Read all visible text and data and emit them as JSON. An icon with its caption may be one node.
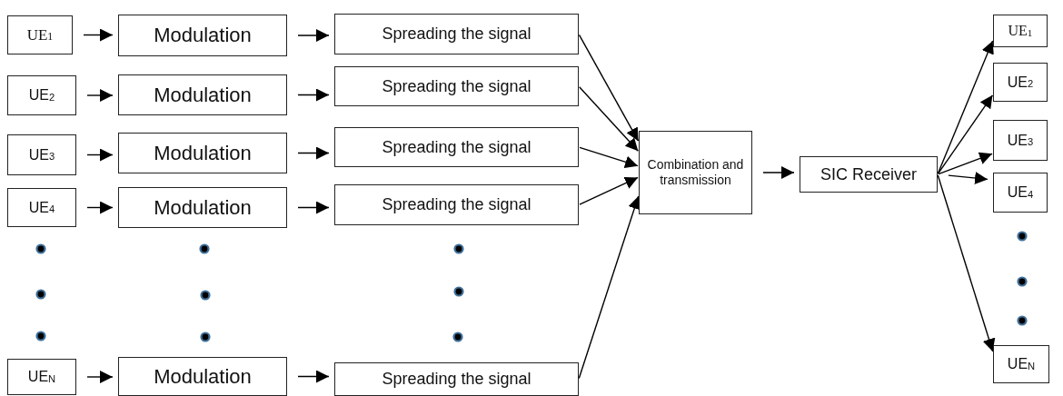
{
  "diagram": {
    "nodes": [
      {
        "text": [
          "UE$_{1}$"
        ]
      },
      {
        "text": [
          "UE$_{2}$"
        ]
      },
      {
        "text": [
          "UE$_{3}$"
        ]
      },
      {
        "text": [
          "UE$_{4}$"
        ]
      },
      {
        "text": [
          "UE$_{N}$"
        ]
      },
      {
        "text": [
          "Modulation"
        ]
      },
      {
        "text": [
          "Modulation"
        ]
      },
      {
        "text": [
          "Modulation"
        ]
      },
      {
        "text": [
          "Modulation"
        ]
      },
      {
        "text": [
          "Modulation"
        ]
      },
      {
        "text": [
          "Spreading the signal"
        ]
      },
      {
        "text": [
          "Spreading the signal"
        ]
      },
      {
        "text": [
          "Spreading the signal"
        ]
      },
      {
        "text": [
          "Spreading the signal"
        ]
      },
      {
        "text": [
          "Spreading the signal"
        ]
      },
      {
        "text": [
          "Combination and transmission"
        ]
      },
      {
        "text": [
          "SIC Receiver"
        ]
      },
      {
        "text": [
          "UE$_{1}$"
        ]
      },
      {
        "text": [
          "UE$_{2}$"
        ]
      },
      {
        "text": [
          "UE$_{3}$"
        ]
      },
      {
        "text": [
          "UE$_{4}$"
        ]
      },
      {
        "text": [
          "UE$_{N}$"
        ]
      }
    ],
    "edges": [
      {
        "from": 0,
        "to": 5,
        "arrow": "to"
      },
      {
        "from": 1,
        "to": 6,
        "arrow": "to"
      },
      {
        "from": 2,
        "to": 7,
        "arrow": "to"
      },
      {
        "from": 3,
        "to": 8,
        "arrow": "to"
      },
      {
        "from": 4,
        "to": 9,
        "arrow": "to"
      },
      {
        "from": 5,
        "to": 10,
        "arrow": "to"
      },
      {
        "from": 6,
        "to": 11,
        "arrow": "to"
      },
      {
        "from": 7,
        "to": 12,
        "arrow": "to"
      },
      {
        "from": 8,
        "to": 13,
        "arrow": "to"
      },
      {
        "from": 9,
        "to": 14,
        "arrow": "to"
      },
      {
        "from": 10,
        "to": 15,
        "arrow": "to"
      },
      {
        "from": 11,
        "to": 15,
        "arrow": "to"
      },
      {
        "from": 12,
        "to": 15,
        "arrow": "to"
      },
      {
        "from": 13,
        "to": 15,
        "arrow": "to"
      },
      {
        "from": 14,
        "to": 15,
        "arrow": "to"
      },
      {
        "from": 15,
        "to": 16,
        "arrow": "to"
      },
      {
        "from": 16,
        "to": 17,
        "arrow": "to"
      },
      {
        "from": 16,
        "to": 18,
        "arrow": "to"
      },
      {
        "from": 16,
        "to": 19,
        "arrow": "to"
      },
      {
        "from": 16,
        "to": 20,
        "arrow": "to"
      },
      {
        "from": 16,
        "to": 21,
        "arrow": "to"
      }
    ]
  }
}
